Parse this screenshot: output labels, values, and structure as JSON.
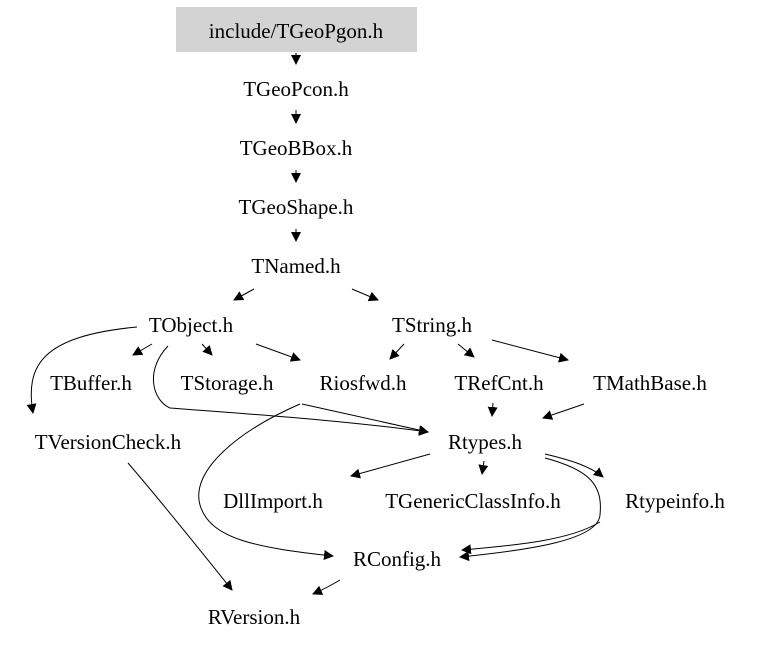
{
  "colors": {
    "background": "#ffffff",
    "root_highlight": "#d3d3d3",
    "ink": "#000000"
  },
  "nodes": {
    "root": "include/TGeoPgon.h",
    "tgeopcon": "TGeoPcon.h",
    "tgeobbox": "TGeoBBox.h",
    "tgeoshape": "TGeoShape.h",
    "tnamed": "TNamed.h",
    "tobject": "TObject.h",
    "tstring": "TString.h",
    "tbuffer": "TBuffer.h",
    "tstorage": "TStorage.h",
    "riosfwd": "Riosfwd.h",
    "trefcnt": "TRefCnt.h",
    "tmathbase": "TMathBase.h",
    "tversioncheck": "TVersionCheck.h",
    "rtypes": "Rtypes.h",
    "dllimport": "DllImport.h",
    "tgenericclassinfo": "TGenericClassInfo.h",
    "rtypeinfo": "Rtypeinfo.h",
    "rconfig": "RConfig.h",
    "rversion": "RVersion.h"
  },
  "edges": [
    [
      "root",
      "tgeopcon"
    ],
    [
      "tgeopcon",
      "tgeobbox"
    ],
    [
      "tgeobbox",
      "tgeoshape"
    ],
    [
      "tgeoshape",
      "tnamed"
    ],
    [
      "tnamed",
      "tobject"
    ],
    [
      "tnamed",
      "tstring"
    ],
    [
      "tobject",
      "tbuffer"
    ],
    [
      "tobject",
      "tstorage"
    ],
    [
      "tobject",
      "riosfwd"
    ],
    [
      "tobject",
      "tversioncheck"
    ],
    [
      "tobject",
      "rtypes"
    ],
    [
      "tstring",
      "riosfwd"
    ],
    [
      "tstring",
      "trefcnt"
    ],
    [
      "tstring",
      "tmathbase"
    ],
    [
      "trefcnt",
      "rtypes"
    ],
    [
      "tmathbase",
      "rtypes"
    ],
    [
      "riosfwd",
      "rconfig"
    ],
    [
      "riosfwd",
      "rtypes"
    ],
    [
      "rtypes",
      "dllimport"
    ],
    [
      "rtypes",
      "tgenericclassinfo"
    ],
    [
      "rtypes",
      "rtypeinfo"
    ],
    [
      "rtypes",
      "rconfig"
    ],
    [
      "rtypeinfo",
      "rconfig"
    ],
    [
      "tversioncheck",
      "rversion"
    ],
    [
      "rconfig",
      "rversion"
    ]
  ]
}
